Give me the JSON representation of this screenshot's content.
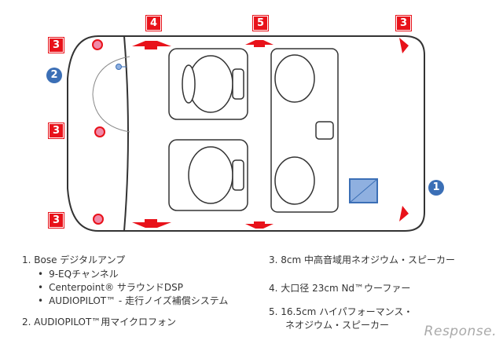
{
  "labels": {
    "front_left_mid": "3",
    "mic": "2",
    "left_mid": "3",
    "rear_left_mid": "3",
    "woofer_front": "4",
    "speaker_rear_door": "5",
    "rear_corner": "3",
    "amp": "1"
  },
  "legend": {
    "item1": "1.  Bose デジタルアンプ",
    "item1_sub": [
      "9-EQチャンネル",
      "Centerpoint® サラウンドDSP",
      "AUDIOPILOT™ - 走行ノイズ補償システム"
    ],
    "item2": "2.  AUDIOPILOT™用マイクロフォン",
    "item3": "3.  8cm 中高音域用ネオジウム・スピーカー",
    "item4": "4.  大口径 23cm Nd™ウーファー",
    "item5_line1": "5.  16.5cm ハイパフォーマンス・",
    "item5_line2": "ネオジウム・スピーカー"
  },
  "watermark": "Response.",
  "colors": {
    "red": "#e8121a",
    "blue": "#3b6fb6"
  }
}
